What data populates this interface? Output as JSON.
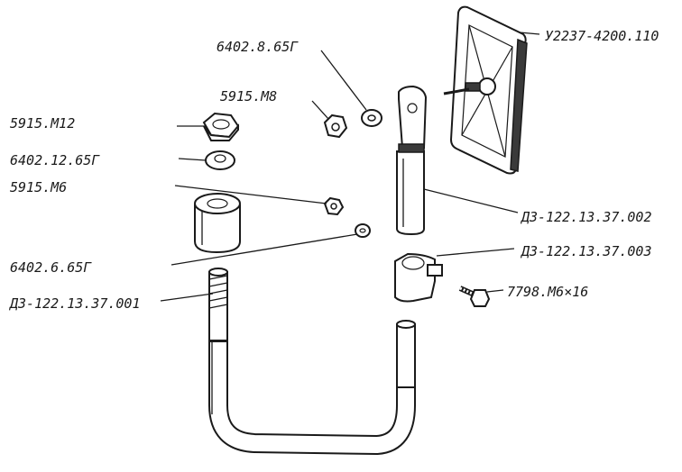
{
  "labels": {
    "mirror": "У2237-4200.110",
    "washer_8": "6402.8.65Г",
    "nut_m8": "5915.М8",
    "nut_m12": "5915.М12",
    "washer_12": "6402.12.65Г",
    "nut_m6": "5915.М6",
    "rod": "Д3-122.13.37.002",
    "clamp": "Д3-122.13.37.003",
    "washer_6": "6402.6.65Г",
    "bolt": "7798.М6×16",
    "ubracket": "Д3-122.13.37.001"
  }
}
